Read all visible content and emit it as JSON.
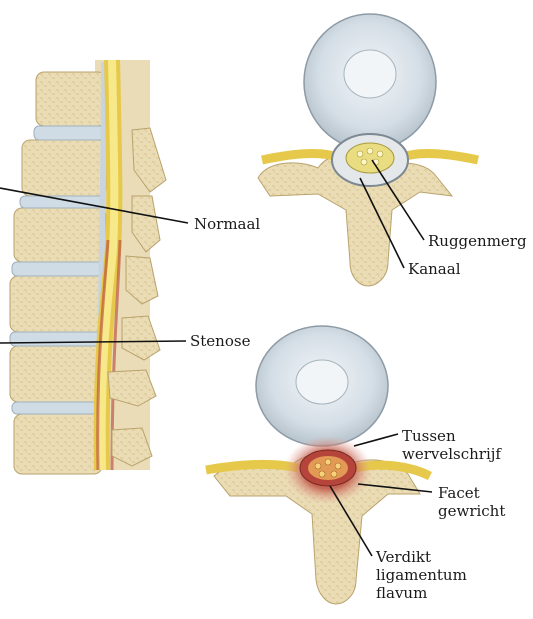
{
  "labels": {
    "normal": "Normaal",
    "stenosis": "Stenose",
    "spinal_cord": "Ruggenmerg",
    "canal": "Kanaal",
    "disc_line1": "Tussen",
    "disc_line2": "wervelschrijf",
    "facet_line1": "Facet",
    "facet_line2": "gewricht",
    "lig_line1": "Verdikt",
    "lig_line2": "ligamentum",
    "lig_line3": "flavum"
  },
  "colors": {
    "bone": "#eadcb4",
    "bone_dark": "#cdb883",
    "disc": "#d9e4ec",
    "nerve": "#f0d75a",
    "inflamed": "#b5443a",
    "leader": "#111111"
  }
}
